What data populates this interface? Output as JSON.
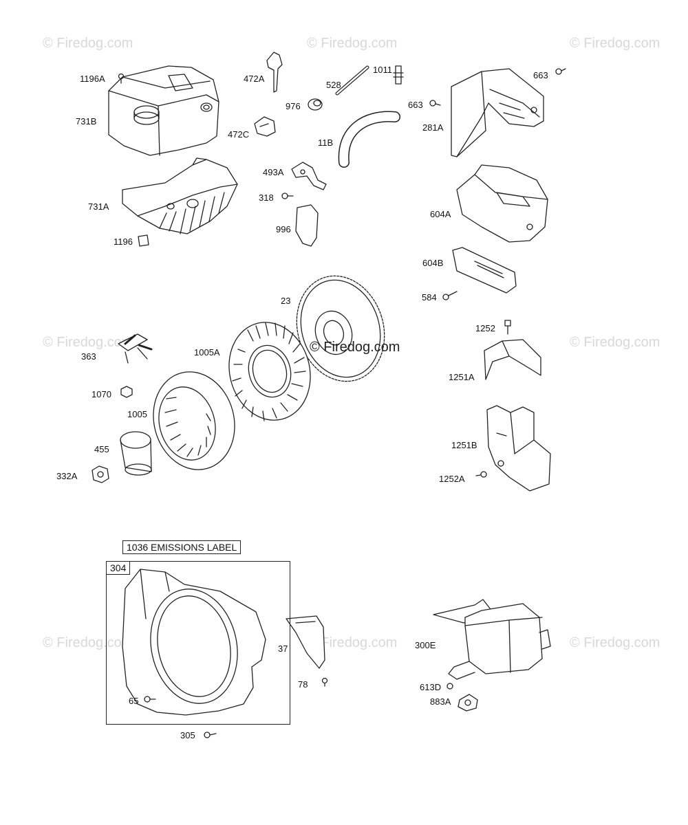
{
  "watermark": {
    "text": "© Firedog.com",
    "center_text": "© Firedog.com"
  },
  "labels": {
    "p1196A": "1196A",
    "p731B": "731B",
    "p731A": "731A",
    "p1196": "1196",
    "p472A": "472A",
    "p472C": "472C",
    "p976": "976",
    "p528": "528",
    "p1011": "1011",
    "p11B": "11B",
    "p493A": "493A",
    "p318": "318",
    "p996": "996",
    "p663a": "663",
    "p663b": "663",
    "p281A": "281A",
    "p604A": "604A",
    "p604B": "604B",
    "p584": "584",
    "p1252": "1252",
    "p1251A": "1251A",
    "p1251B": "1251B",
    "p1252A": "1252A",
    "p23": "23",
    "p1005A": "1005A",
    "p363": "363",
    "p1070": "1070",
    "p1005": "1005",
    "p455": "455",
    "p332A": "332A",
    "p37": "37",
    "p78": "78",
    "p65": "65",
    "p305": "305",
    "p300E": "300E",
    "p613D": "613D",
    "p883A": "883A"
  },
  "boxes": {
    "emissions_label": "1036 EMISSIONS LABEL",
    "housing_group": "304"
  }
}
